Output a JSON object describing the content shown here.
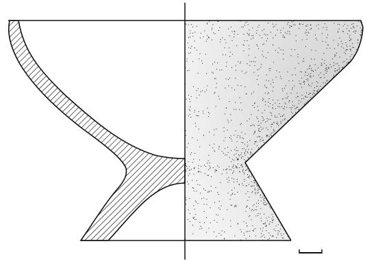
{
  "figure": {
    "subject": "pottery-vessel-section-drawing",
    "left_half": "cross-section-hatched",
    "right_half": "exterior-stippled",
    "ink_color": "#111111",
    "background_color": "#ffffff"
  }
}
